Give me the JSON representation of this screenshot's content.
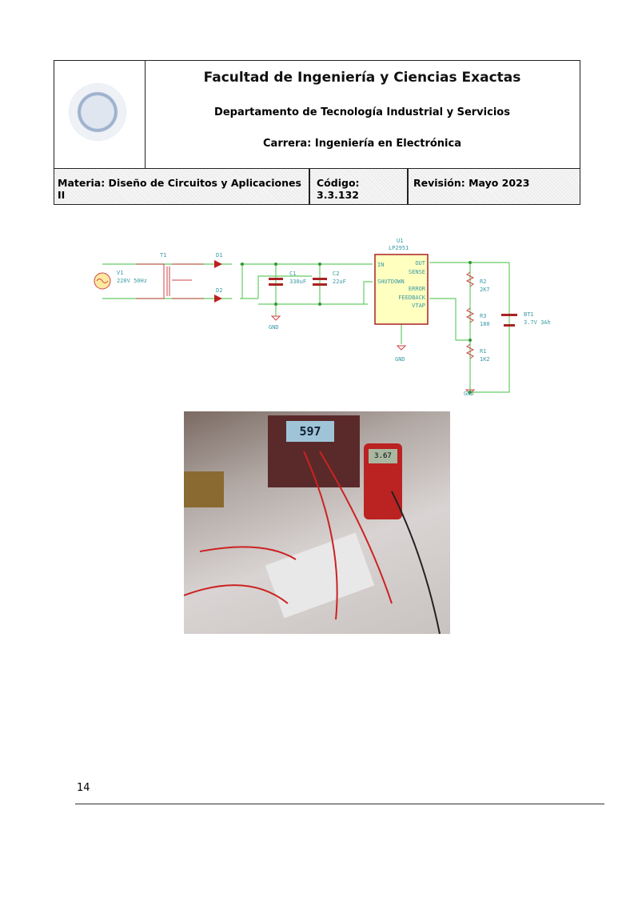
{
  "header": {
    "faculty": "Facultad de Ingeniería y Ciencias Exactas",
    "department": "Departamento de Tecnología Industrial y Servicios",
    "career": "Carrera: Ingeniería en Electrónica",
    "subject": "Materia: Diseño de Circuitos y Aplicaciones II",
    "code": "Código: 3.3.132",
    "revision": "Revisión: Mayo 2023"
  },
  "schematic": {
    "v1": "V1",
    "v1_val": "220V 50Hz",
    "t1": "T1",
    "d1": "D1",
    "d2": "D2",
    "c1": "C1",
    "c1_val": "330uF",
    "c2": "C2",
    "c2_val": "22uF",
    "u1": "U1",
    "u1_val": "LP2951",
    "pins": {
      "in": "IN",
      "out": "OUT",
      "sense": "SENSE",
      "shutdown": "SHUTDOWN",
      "error": "ERROR",
      "feedback": "FEEDBACK",
      "vtap": "VTAP",
      "gnd": "GND"
    },
    "r2": "R2",
    "r2_val": "2K7",
    "r3": "R3",
    "r3_val": "180",
    "r1": "R1",
    "r1_val": "1K2",
    "bt1": "BT1",
    "bt1_val": "3.7V 3Ah",
    "gnd": "GND"
  },
  "photo": {
    "meter_reading": "597",
    "dmm_reading": "3.67"
  },
  "footer": {
    "page_number": "14"
  }
}
